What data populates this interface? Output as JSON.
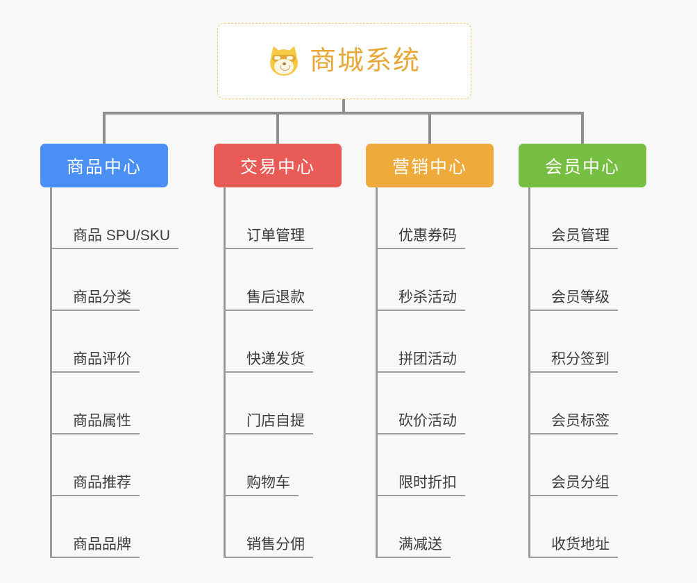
{
  "page": {
    "background_color": "#f8f8f8",
    "type": "mindmap"
  },
  "root": {
    "title": "商城系统",
    "icon": "shiba-dog-face-icon",
    "text_color": "#e8a838",
    "border_color": "#eec56a",
    "background_color": "#ffffff"
  },
  "connector_color": "#8e8e8e",
  "branches": [
    {
      "label": "商品中心",
      "color": "#4a90f4",
      "items": [
        "商品 SPU/SKU",
        "商品分类",
        "商品评价",
        "商品属性",
        "商品推荐",
        "商品品牌"
      ]
    },
    {
      "label": "交易中心",
      "color": "#e95b56",
      "items": [
        "订单管理",
        "售后退款",
        "快递发货",
        "门店自提",
        "购物车",
        "销售分佣"
      ]
    },
    {
      "label": "营销中心",
      "color": "#eeab3c",
      "items": [
        "优惠券码",
        "秒杀活动",
        "拼团活动",
        "砍价活动",
        "限时折扣",
        "满减送"
      ]
    },
    {
      "label": "会员中心",
      "color": "#76bf43",
      "items": [
        "会员管理",
        "会员等级",
        "积分签到",
        "会员标签",
        "会员分组",
        "收货地址"
      ]
    }
  ]
}
